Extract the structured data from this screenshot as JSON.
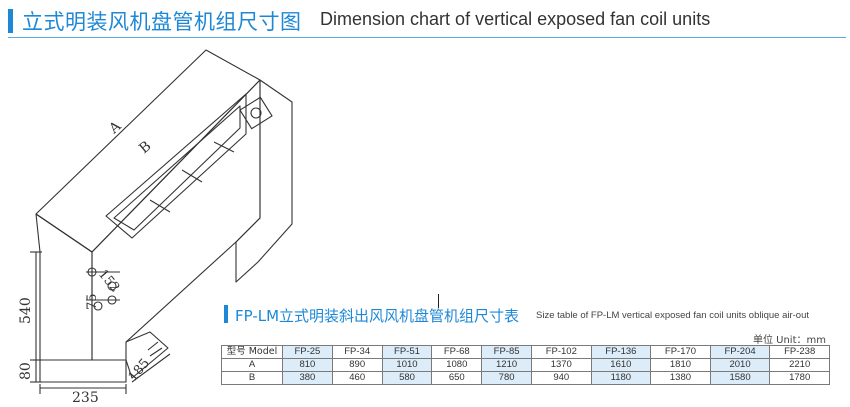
{
  "header": {
    "title_zh": "立式明装风机盘管机组尺寸图",
    "title_en": "Dimension chart of vertical exposed fan coil units"
  },
  "drawing": {
    "labels": {
      "a": "A",
      "b": "B",
      "d152": "152",
      "d75": "75",
      "d540": "540",
      "d80": "80",
      "d235": "235",
      "d185": "185"
    }
  },
  "table_section": {
    "title_zh": "FP-LM立式明装斜出风风机盘管机组尺寸表",
    "title_en": "Size table of FP-LM vertical exposed fan coil units oblique air-out",
    "unit": "单位 Unit：mm",
    "columns": [
      "型号 Model",
      "FP-25",
      "FP-34",
      "FP-51",
      "FP-68",
      "FP-85",
      "FP-102",
      "FP-136",
      "FP-170",
      "FP-204",
      "FP-238"
    ],
    "rows": [
      [
        "A",
        "810",
        "890",
        "1010",
        "1080",
        "1210",
        "1370",
        "1610",
        "1810",
        "2010",
        "2210"
      ],
      [
        "B",
        "380",
        "460",
        "580",
        "650",
        "780",
        "940",
        "1180",
        "1380",
        "1580",
        "1780"
      ]
    ]
  }
}
